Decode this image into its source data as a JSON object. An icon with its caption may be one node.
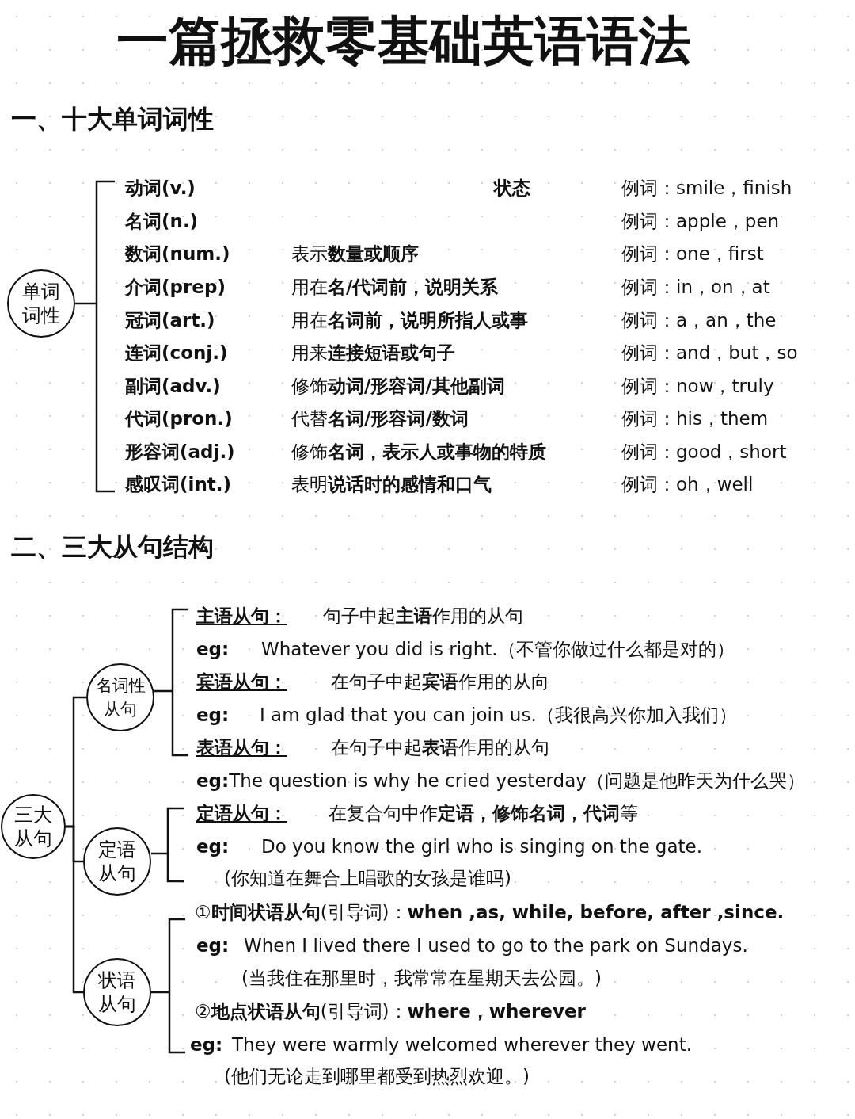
{
  "diagram": {
    "title": "一篇拯救零基础英语语法",
    "nodes": [
      {
        "text": [
          "单词词性"
        ]
      },
      {
        "text": [
          "三大从句"
        ]
      },
      {
        "text": [
          "名词性从句"
        ]
      },
      {
        "text": [
          "定语从句"
        ]
      },
      {
        "text": [
          "状语从句"
        ]
      }
    ],
    "edges": [
      {
        "from": 1,
        "to": 2,
        "arrow": "none"
      },
      {
        "from": 1,
        "to": 3,
        "arrow": "none"
      },
      {
        "from": 1,
        "to": 4,
        "arrow": "none"
      }
    ],
    "labels": [
      "一、十大单词词性",
      "动词(v.)",
      "**状态**",
      "例词：smile，finish",
      "名词(n.)",
      "例词：apple，pen",
      "数词(num.)",
      "表示**数量或顺序**",
      "例词：one，first",
      "介词(prep)",
      "用在**名/代词前，说明关系**",
      "例词：in，on，at",
      "冠词(art.)",
      "用在**名词前，说明所指人或事**",
      "例词：a，an，the",
      "连词(conj.)",
      "用来**连接短语或句子**",
      "例词：and，but，so",
      "副词(adv.)",
      "修饰**动词/形容词/其他副词**",
      "例词：now，truly",
      "代词(pron.)",
      "代替**名词/形容词/数词**",
      "例词：his，them",
      "形容词(adj.)",
      "修饰**名词，表示人或事物的特质**",
      "例词：good，short",
      "感叹词(int.)",
      "表明**说话时的感情和口气**",
      "例词：oh，well",
      "二、三大从句结构",
      "主语从句：",
      "句子中起**主语**作用的从句",
      "eg:",
      "Whatever you did is right.（不管你做过什么都是对的）",
      "宾语从句：",
      "在句子中起**宾语**作用的从向",
      "eg:",
      "I am glad that you can join us.（我很高兴你加入我们）",
      "表语从句：",
      "在句子中起**表语**作用的从句",
      "**eg:**The question is why he cried yesterday（问题是他昨天为什么哭）",
      "定语从句：",
      "在复合句中作**定语，修饰名词，代词**等",
      "eg:",
      "Do you know the girl who is singing on the gate.",
      "(你知道在舞合上唱歌的女孩是谁吗)",
      "①**时间状语从句**(引导词)：**when ,as, while, before, after ,since.**",
      "eg:",
      "When I lived there I used to go to the park on Sundays.",
      "(当我住在那里时，我常常在星期天去公园。)",
      "②**地点状语从句**(引导词)：**where，wherever**",
      "eg:",
      "They were warmly welcomed wherever they went.",
      "(他们无论走到哪里都受到热烈欢迎。)"
    ]
  }
}
